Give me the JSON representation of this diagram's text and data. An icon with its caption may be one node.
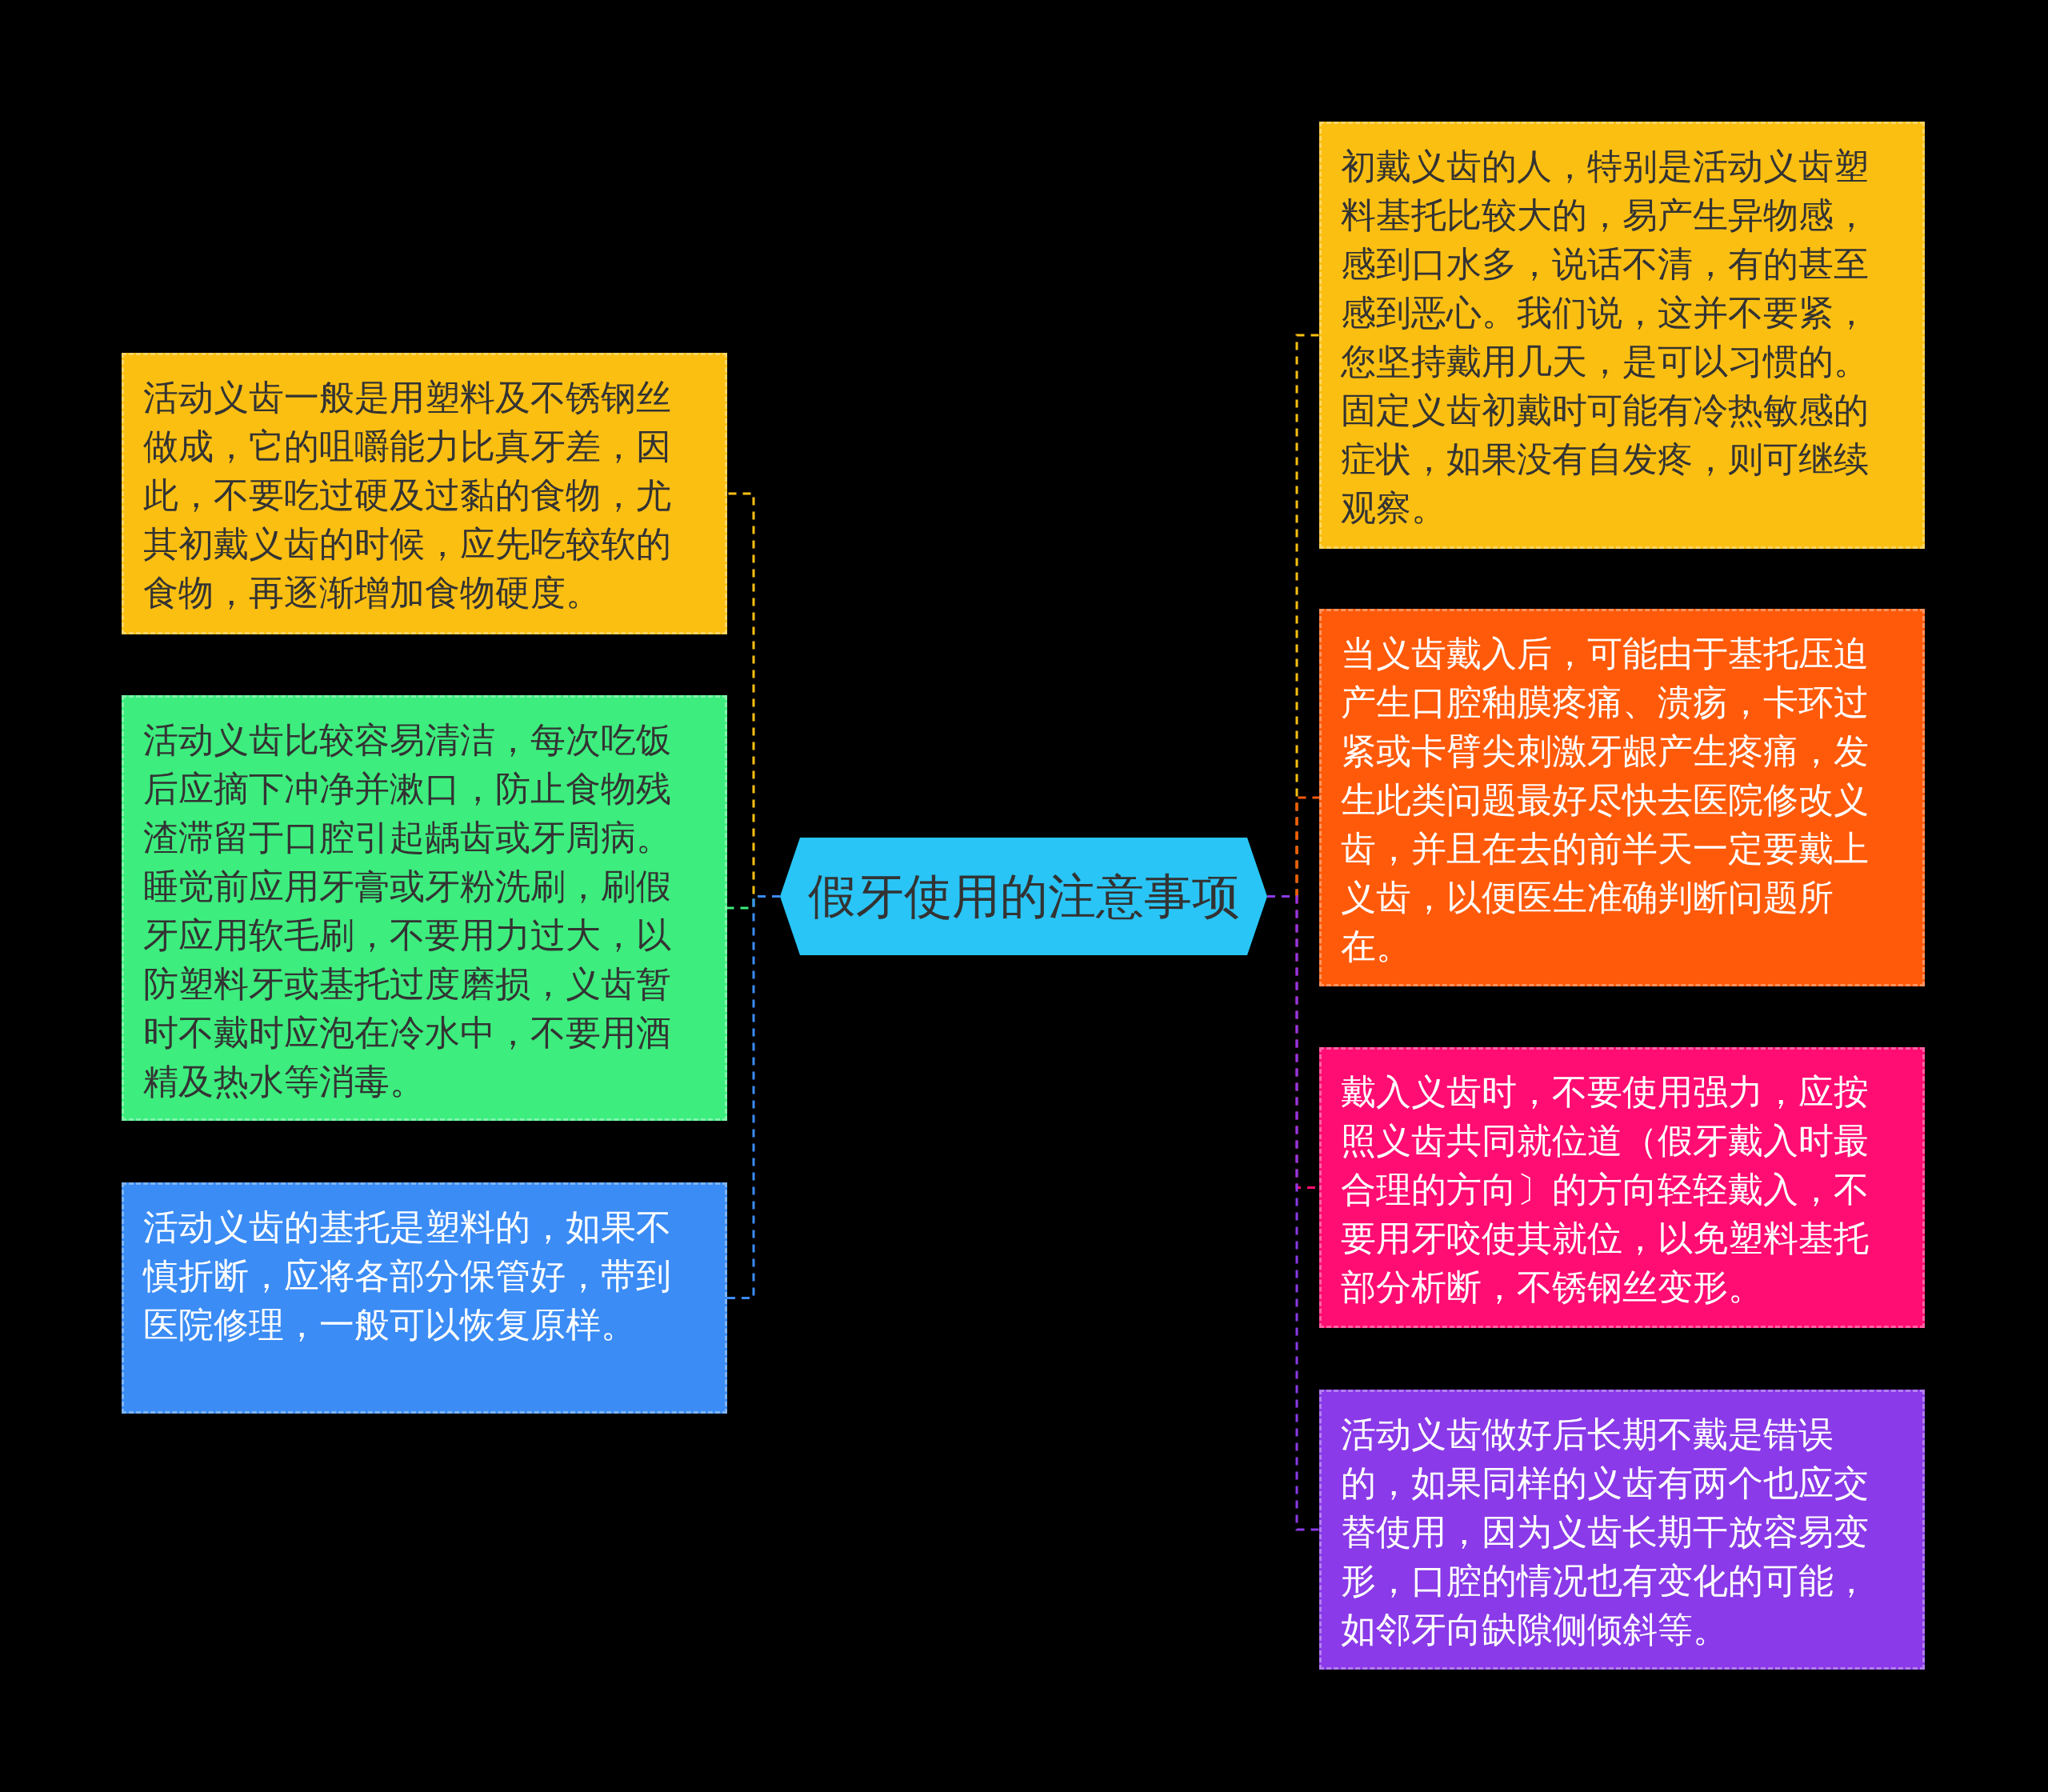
{
  "diagram": {
    "nodes": [
      {
        "text": [
          "假牙使用的注意事项"
        ]
      },
      {
        "text": [
          "活动义齿一般是用塑料及不锈钢丝做成，它的咀嚼能力比真牙差，因此，不要吃过硬及过黏的食物，尤其初戴义齿的时候，应先吃较软的食物，再逐渐增加食物硬度。"
        ]
      },
      {
        "text": [
          "活动义齿比较容易清洁，每次吃饭后应摘下冲净并漱口，防止食物残渣滞留于口腔引起龋齿或牙周病。睡觉前应用牙膏或牙粉洗刷，刷假牙应用软毛刷，不要用力过大，以防塑料牙或基托过度磨损，义齿暂时不戴时应泡在冷水中，不要用酒精及热水等消毒。"
        ]
      },
      {
        "text": [
          "活动义齿的基托是塑料的，如果不慎折断，应将各部分保管好，带到医院修理，一般可以恢复原样。"
        ]
      },
      {
        "text": [
          "初戴义齿的人，特别是活动义齿塑料基托比较大的，易产生异物感，感到口水多，说话不清，有的甚至感到恶心。我们说，这并不要紧，您坚持戴用几天，是可以习惯的。固定义齿初戴时可能有冷热敏感的症状，如果没有自发疼，则可继续观察。"
        ]
      },
      {
        "text": [
          "当义齿戴入后，可能由于基托压迫产生口腔釉膜疼痛、溃疡，卡环过紧或卡臂尖刺激牙龈产生疼痛，发生此类问题最好尽快去医院修改义齿，并且在去的前半天一定要戴上义齿，以便医生准确判断问题所在。"
        ]
      },
      {
        "text": [
          "戴入义齿时，不要使用强力，应按照义齿共同就位道（假牙戴入时最合理的方向〕的方向轻轻戴入，不要用牙咬使其就位，以免塑料基托部分析断，不锈钢丝变形。"
        ]
      },
      {
        "text": [
          "活动义齿做好后长期不戴是错误的，如果同样的义齿有两个也应交替使用，因为义齿长期干放容易变形，口腔的情况也有变化的可能，如邻牙向缺隙侧倾斜等。"
        ]
      }
    ],
    "edges": [
      {
        "from": 0,
        "to": 1,
        "arrow": "none",
        "style": "dashed",
        "color": "#fbbf12"
      },
      {
        "from": 0,
        "to": 2,
        "arrow": "none",
        "style": "dashed",
        "color": "#3ded7e"
      },
      {
        "from": 0,
        "to": 3,
        "arrow": "none",
        "style": "dashed",
        "color": "#3b8cf5"
      },
      {
        "from": 0,
        "to": 4,
        "arrow": "none",
        "style": "dashed",
        "color": "#fbbf12"
      },
      {
        "from": 0,
        "to": 5,
        "arrow": "none",
        "style": "dashed",
        "color": "#ff5a0a"
      },
      {
        "from": 0,
        "to": 6,
        "arrow": "none",
        "style": "dashed",
        "color": "#ff0d72"
      },
      {
        "from": 0,
        "to": 7,
        "arrow": "none",
        "style": "dashed",
        "color": "#8a3ae8"
      }
    ]
  }
}
